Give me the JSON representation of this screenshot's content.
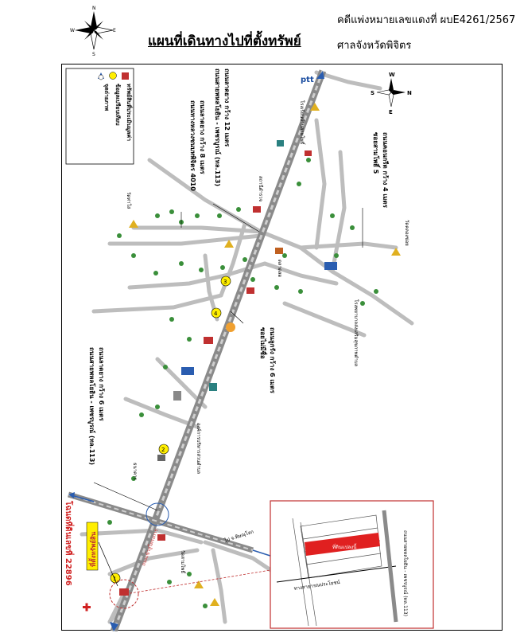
{
  "header": {
    "title": "แผนที่เดินทางไปที่ตั้งทรัพย์",
    "case_number": "คดีแพ่งหมายเลขแดงที่ ผบE4261/2567",
    "court": "ศาลจังหวัดพิจิตร"
  },
  "compass_top": {
    "n": "N",
    "s": "S",
    "e": "E",
    "w": "W"
  },
  "compass_map": {
    "n": "N",
    "s": "S",
    "e": "E",
    "w": "W"
  },
  "legend": {
    "items": [
      "ทรัพย์สินที่ประเมินมูลค่า",
      "ข้อมูลเปรียบเทียบ",
      "จุดถ่ายภาพ"
    ]
  },
  "labels": {
    "top_highway_label": "ถนนสายพหลโยธิน - เพชรบูรณ์ (ทล.113)",
    "top_highway_width": "ถนนลาดยาง กว้าง 12 เมตร",
    "local_road_name": "ถนนทางหลวงชนบทพิจิตร 4010",
    "local_road_width": "ถนนลาดยาง กว้าง 8 เมตร",
    "soi_right": "ซอยสามโพธิ์ 5",
    "soi_right_width": "ถนนคอนกรีต กว้าง 4 เมตร",
    "bottom_highway_label": "ถนนสายพหลโยธิน - เพชรบูรณ์ (ทล.113)",
    "bottom_highway_width": "ถนนลาดยาง กว้าง 6 เมตร",
    "soi_center": "ซอยไม่มีชื่อ",
    "soi_center_width": "ถนนลูกรัง กว้าง 6 เมตร",
    "deed": "โฉนดที่ดินเลขที่ 22896",
    "site_marker": "ที่ตั้งทรัพย์สิน",
    "road_side": "ถนนเข้าสู่โครงการ",
    "vertical_road": "ถนนสายพหลโยธิน - เพชรบูรณ์ (ทล.113)",
    "inset_road_label": "ทางสาธารณประโยชน์",
    "inset_right_label": "ถนนสายพหลโยธิน - เพชรบูรณ์ (ทล.113)",
    "inset_red_label": "ที่ดินแปลงนี้",
    "ptt": "ptt",
    "to_town": "ไป จ.พิษณุโลก",
    "place_wat_top": "วัดสามโพธิ์",
    "place_school": "โรงเรียนบ้านสามโพธิ์",
    "place_police": "สถานีตำรวจ",
    "place_hospital": "โรงพยาบาลส่งเสริมสุขภาพตำบล",
    "place_market": "ตลาดสด",
    "place_bank": "ธนาคาร",
    "place_wat_right": "วัดคลองข่อย",
    "place_wat_left": "วัดท่าโล่",
    "place_office": "องค์การบริหารส่วนตำบล",
    "point_1": "1",
    "point_2": "2",
    "point_3": "3",
    "point_4": "4"
  }
}
